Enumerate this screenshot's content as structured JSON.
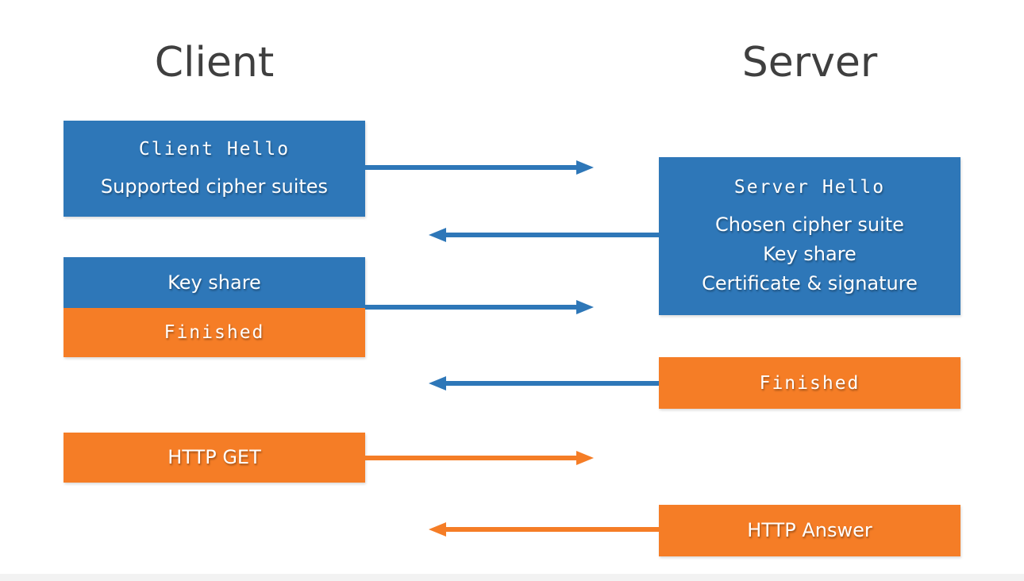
{
  "colors": {
    "background": "#ffffff",
    "blue": "#2e77b8",
    "orange": "#f57d26",
    "heading": "#3f3f3f",
    "box-text": "#ffffff",
    "bottom-strip": "#f2f2f2"
  },
  "headings": {
    "client": "Client",
    "server": "Server"
  },
  "messages": {
    "client_hello": {
      "title": "Client Hello",
      "detail": "Supported cipher suites"
    },
    "server_hello": {
      "title": "Server Hello",
      "details": [
        "Chosen cipher suite",
        "Key share",
        "Certificate & signature"
      ]
    },
    "key_share": {
      "label": "Key share"
    },
    "client_finished": {
      "label": "Finished"
    },
    "server_finished": {
      "label": "Finished"
    },
    "http_get": {
      "label": "HTTP GET"
    },
    "http_answer": {
      "label": "HTTP Answer"
    }
  }
}
